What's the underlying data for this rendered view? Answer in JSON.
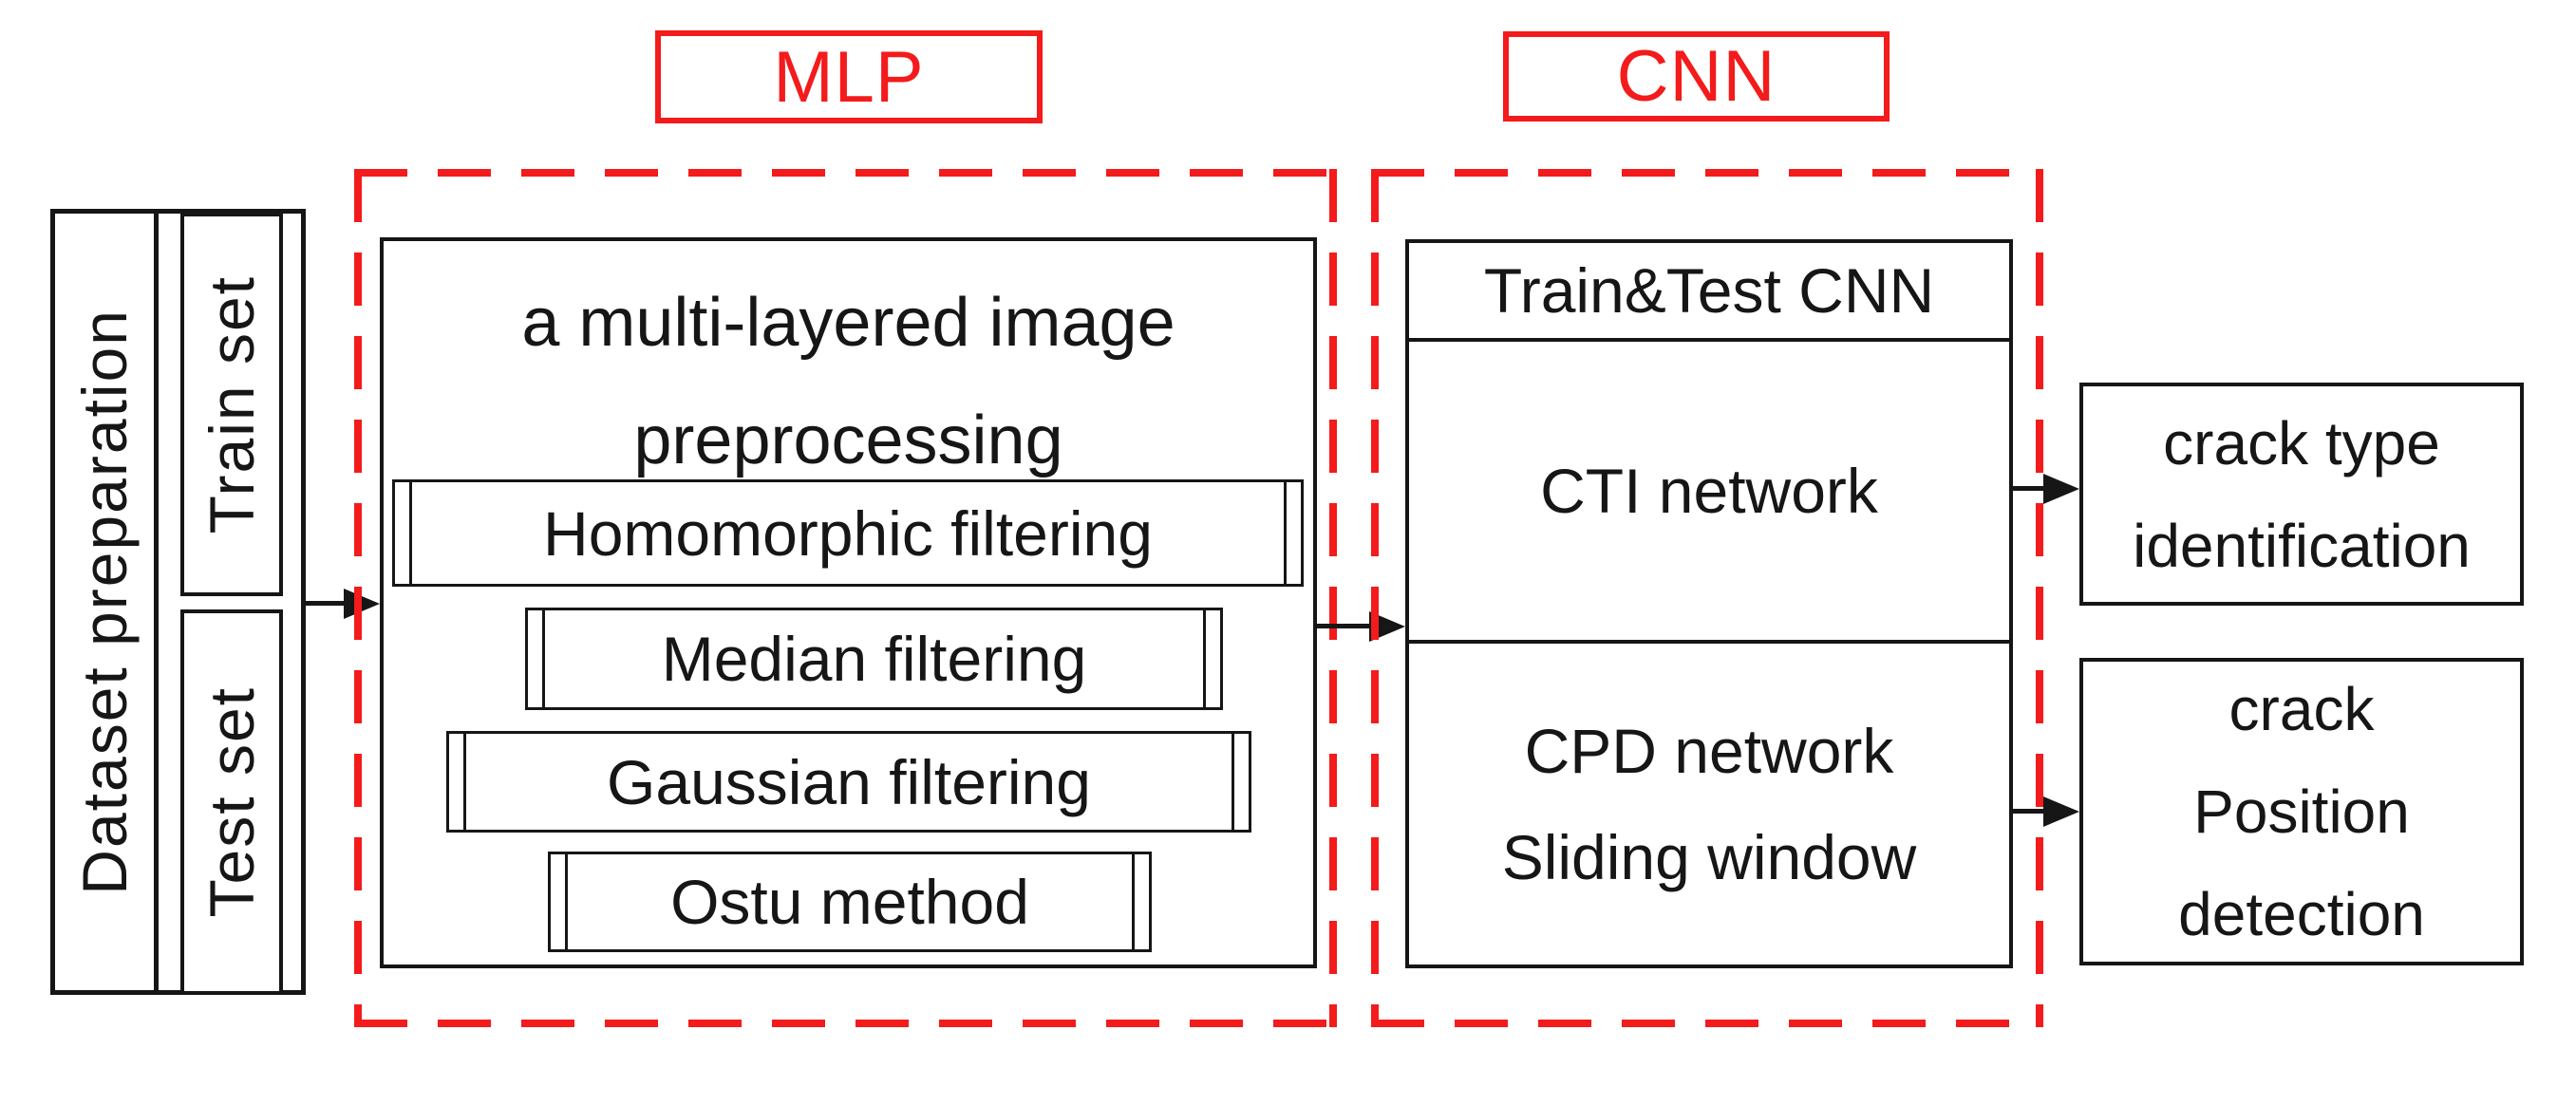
{
  "colors": {
    "accent_red": "#f31b1b",
    "line_black": "#161616"
  },
  "dataset": {
    "label": "Dataset preparation",
    "train": "Train set",
    "test": "Test set"
  },
  "mlp": {
    "label": "MLP",
    "title_lines": [
      "a multi-layered image",
      "preprocessing"
    ],
    "steps": [
      "Homomorphic filtering",
      "Median filtering",
      "Gaussian filtering",
      "Ostu method"
    ]
  },
  "cnn": {
    "label": "CNN",
    "header": "Train&Test CNN",
    "cti": "CTI network",
    "cpd_lines": [
      "CPD network",
      "Sliding window"
    ]
  },
  "outputs": [
    {
      "lines": [
        "crack type",
        "identification"
      ]
    },
    {
      "lines": [
        "crack",
        "Position",
        "detection"
      ]
    }
  ]
}
